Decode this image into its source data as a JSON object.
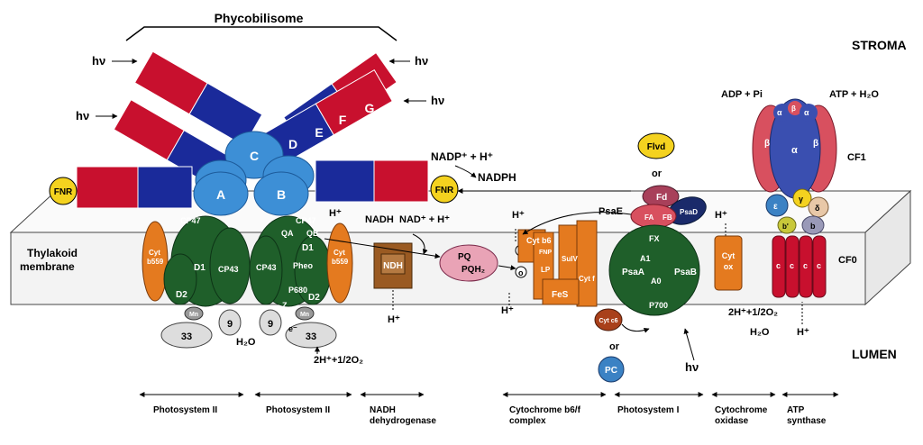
{
  "region_labels": {
    "phycobilisome": "Phycobilisome",
    "stroma": "STROMA",
    "lumen": "LUMEN",
    "thylakoid_line1": "Thylakoid",
    "thylakoid_line2": "membrane"
  },
  "light": "hν",
  "phycobilisome_units": {
    "a": "A",
    "b": "B",
    "c": "C",
    "d": "D",
    "e": "E",
    "f": "F",
    "g": "G"
  },
  "fnr": "FNR",
  "reactions": {
    "nadp": "NADP⁺ + H⁺",
    "nadph": "NADPH",
    "nadh": "NADH",
    "nad": "NAD⁺ + H⁺",
    "h_plus": "H⁺",
    "water": "H₂O",
    "oxygen": "2H⁺+1/2O₂",
    "oxygen_cox": "2H⁺+1/2O₂",
    "adp": "ADP + Pi",
    "atp": "ATP + H₂O",
    "or": "or"
  },
  "psii": {
    "cp47": "CP47",
    "cp43": "CP43",
    "d1": "D1",
    "d2": "D2",
    "cyt": "Cyt",
    "b559": "b559",
    "qa": "QA",
    "qb": "QB",
    "pheo": "Pheo",
    "p680": "P680",
    "z": "Z",
    "mn": "Mn",
    "s33": "33",
    "s9": "9",
    "e": "e⁻"
  },
  "ndh": "NDH",
  "pq": {
    "pq": "PQ",
    "pqh2": "PQH₂"
  },
  "cytb6f": {
    "cyt_b6": "Cyt b6",
    "fnp": "FNP",
    "lp": "LP",
    "suiv": "SuIV",
    "cyt_f": "Cyt f",
    "fes": "FeS",
    "r": "r",
    "o": "o"
  },
  "psi": {
    "psae": "PsaE",
    "psad": "PsaD",
    "fd": "Fd",
    "fa": "FA",
    "fb": "FB",
    "fx": "FX",
    "a1": "A1",
    "a0": "A0",
    "psaa": "PsaA",
    "psab": "PsaB",
    "p700": "P700",
    "flvd": "Flvd",
    "cyt_c6": "Cyt c6",
    "pc": "PC"
  },
  "cox": {
    "cyt": "Cyt",
    "ox": "ox"
  },
  "atp_synthase": {
    "alpha": "α",
    "beta": "β",
    "gamma": "γ",
    "delta": "δ",
    "epsilon": "ε",
    "b": "b",
    "bprime": "b'",
    "c": "c",
    "cf1": "CF1",
    "cf0": "CF0"
  },
  "captions": [
    {
      "line1": "Photosystem II",
      "line2": ""
    },
    {
      "line1": "Photosystem II",
      "line2": ""
    },
    {
      "line1": "NADH",
      "line2": "dehydrogenase"
    },
    {
      "line1": "Cytochrome b6/f",
      "line2": "complex"
    },
    {
      "line1": "Photosystem I",
      "line2": ""
    },
    {
      "line1": "Cytochrome",
      "line2": "oxidase"
    },
    {
      "line1": "ATP",
      "line2": "synthase"
    }
  ],
  "colors": {
    "rod_red": "#c8102e",
    "rod_blue": "#1a2a9a",
    "core_blue": "#3d8fd6",
    "psii_green": "#1f5f2a",
    "cyt_orange": "#e47a1f",
    "ndh_brown": "#9a5a22",
    "pq_pink": "#e9a3b6",
    "fnr_yellow": "#f4d21f",
    "pc_blue": "#3b82c4",
    "atp_red": "#d8505f",
    "atp_blue": "#3a4fb0",
    "membrane": "#f3f3f3"
  }
}
